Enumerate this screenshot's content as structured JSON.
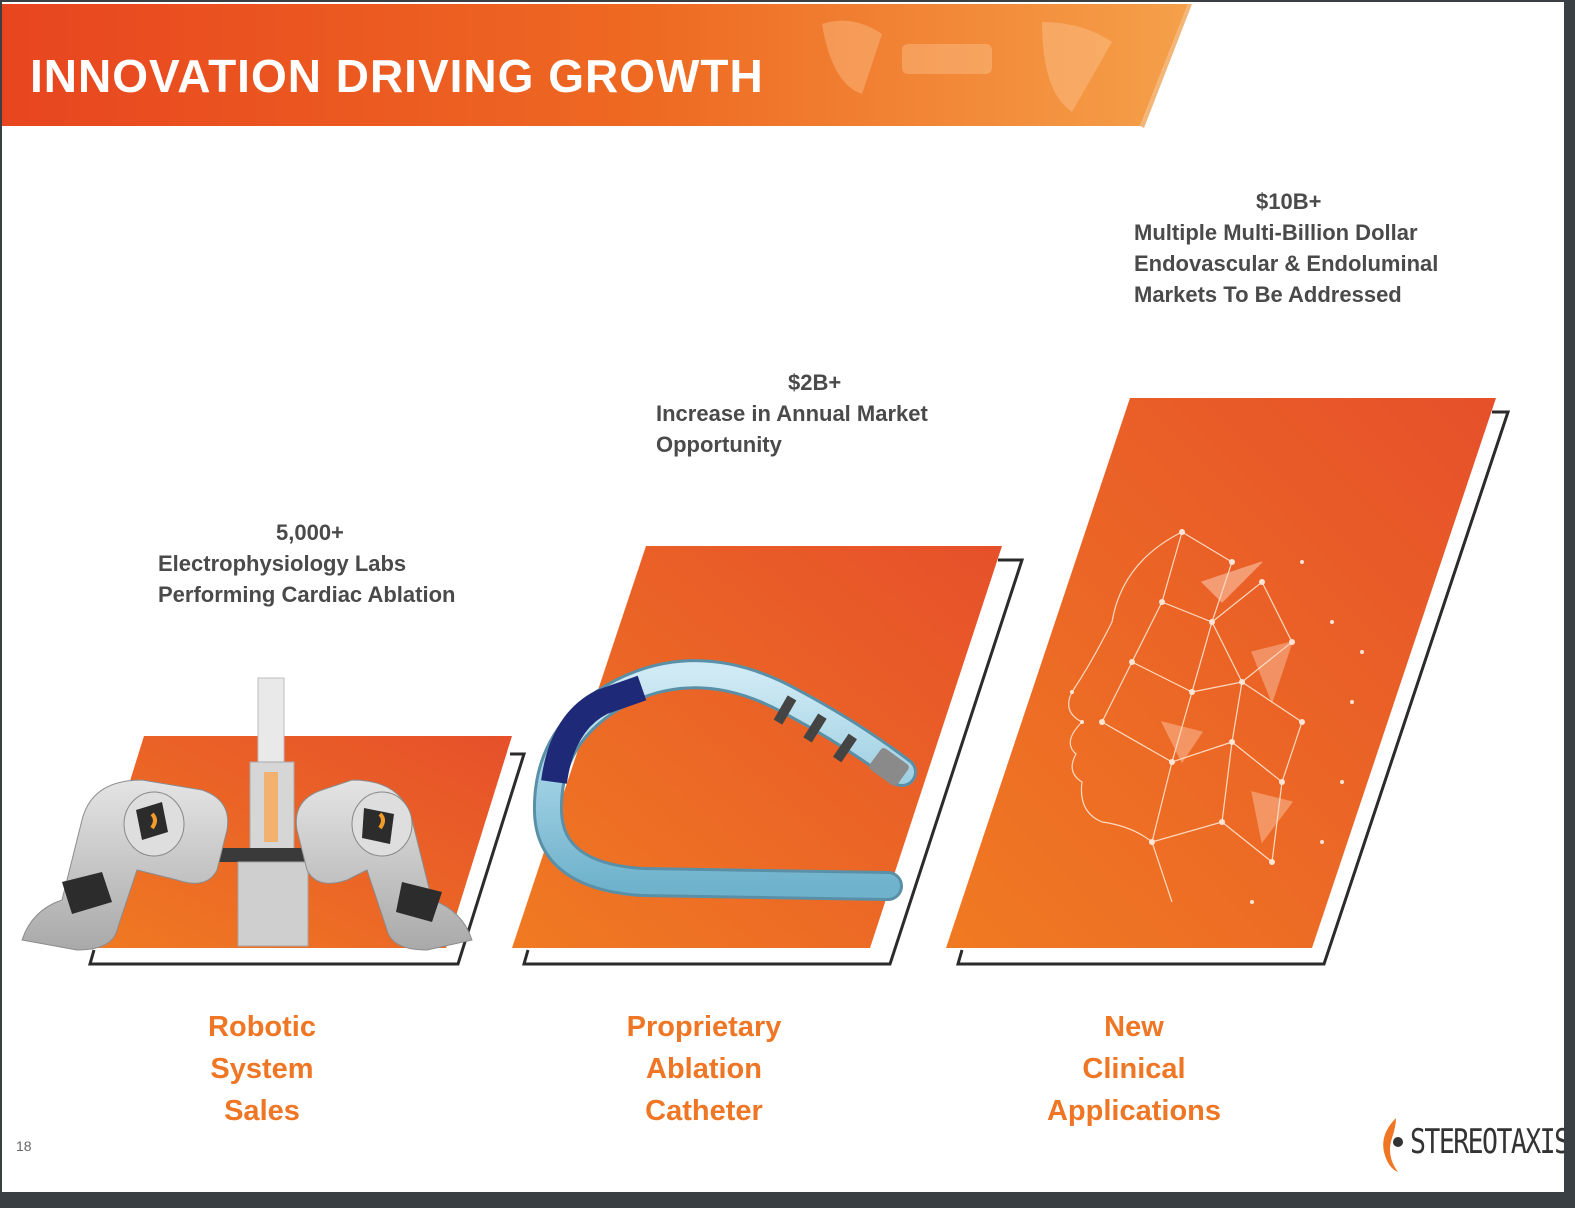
{
  "slide": {
    "title": "INNOVATION DRIVING GROWTH",
    "page_number": "18",
    "brand_color": "#ee7624",
    "logo_text": "STEREOTAXIS"
  },
  "stats": [
    {
      "value": "5,000+",
      "description": "Electrophysiology Labs\nPerforming Cardiac Ablation"
    },
    {
      "value": "$2B+",
      "description": "Increase in Annual Market\nOpportunity"
    },
    {
      "value": "$10B+",
      "description": "Multiple Multi-Billion Dollar\nEndovascular & Endoluminal\nMarkets To Be Addressed"
    }
  ],
  "labels": [
    {
      "text": "Robotic\nSystem\nSales"
    },
    {
      "text": "Proprietary\nAblation\nCatheter"
    },
    {
      "text": "New\nClinical\nApplications"
    }
  ],
  "icons": [
    "robot-system-icon",
    "catheter-icon",
    "ai-face-icon",
    "stereotaxis-logo-icon"
  ]
}
